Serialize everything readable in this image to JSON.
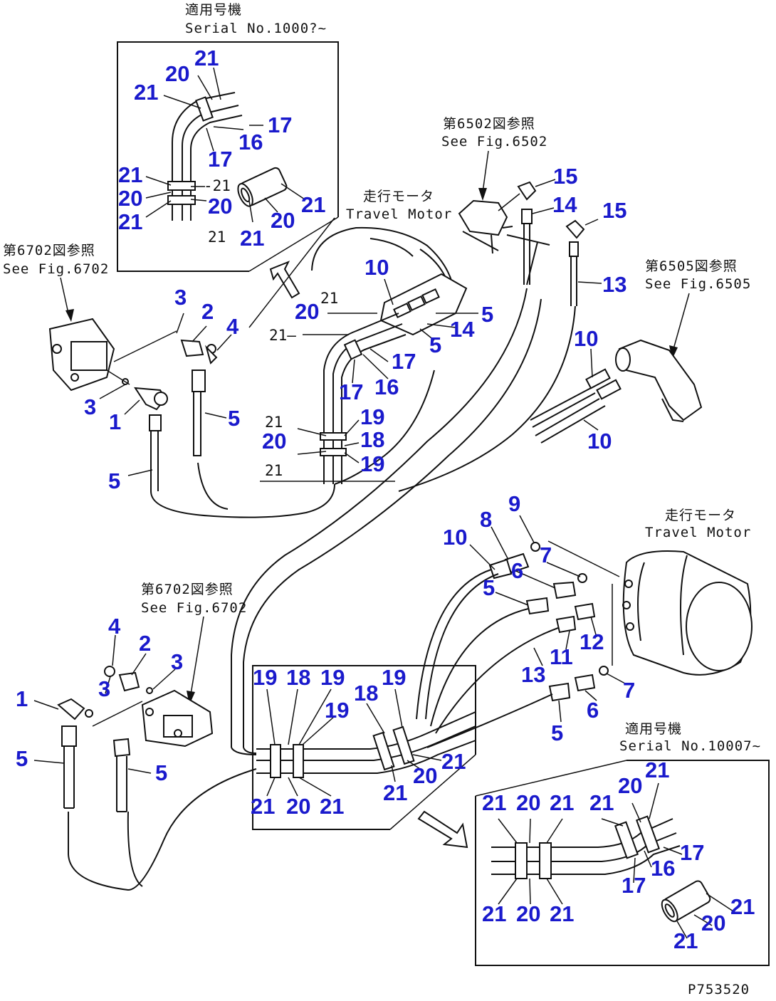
{
  "drawing_code": "P753520",
  "notes": {
    "serial_top_jp": "適用号機",
    "serial_top_en": "Serial No.1000?~",
    "travel_motor_top_jp": "走行モータ",
    "travel_motor_top_en": "Travel Motor",
    "travel_motor_bottom_jp": "走行モータ",
    "travel_motor_bottom_en": "Travel Motor",
    "fig6502_jp": "第6502図参照",
    "fig6502_en": "See Fig.6502",
    "fig6505_jp": "第6505図参照",
    "fig6505_en": "See Fig.6505",
    "fig6702_left_jp": "第6702図参照",
    "fig6702_left_en": "See Fig.6702",
    "fig6702_mid_jp": "第6702図参照",
    "fig6702_mid_en": "See Fig.6702",
    "serial_bottom_jp": "適用号機",
    "serial_bottom_en": "Serial No.10007~"
  },
  "callouts": [
    "1",
    "2",
    "3",
    "4",
    "5",
    "6",
    "7",
    "8",
    "9",
    "10",
    "11",
    "12",
    "13",
    "14",
    "15",
    "16",
    "17",
    "18",
    "19",
    "20",
    "21"
  ]
}
